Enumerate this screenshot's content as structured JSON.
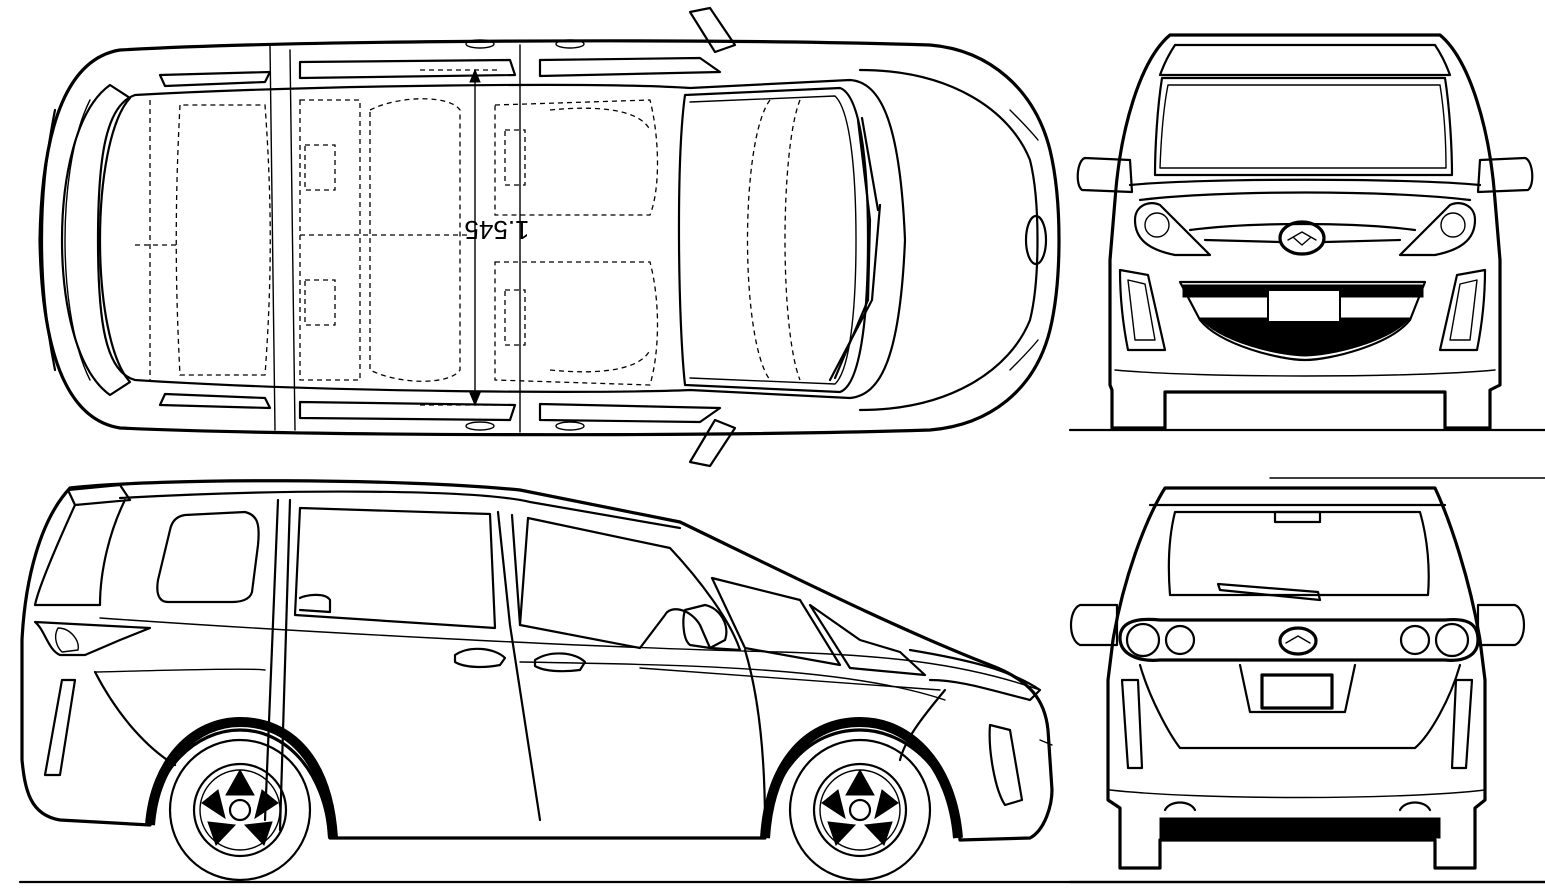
{
  "drawing": {
    "dimension_label": "1.545",
    "views": [
      "top-view",
      "front-view",
      "side-view",
      "rear-view"
    ]
  },
  "colors": {
    "line": "#000000",
    "background": "#ffffff"
  }
}
